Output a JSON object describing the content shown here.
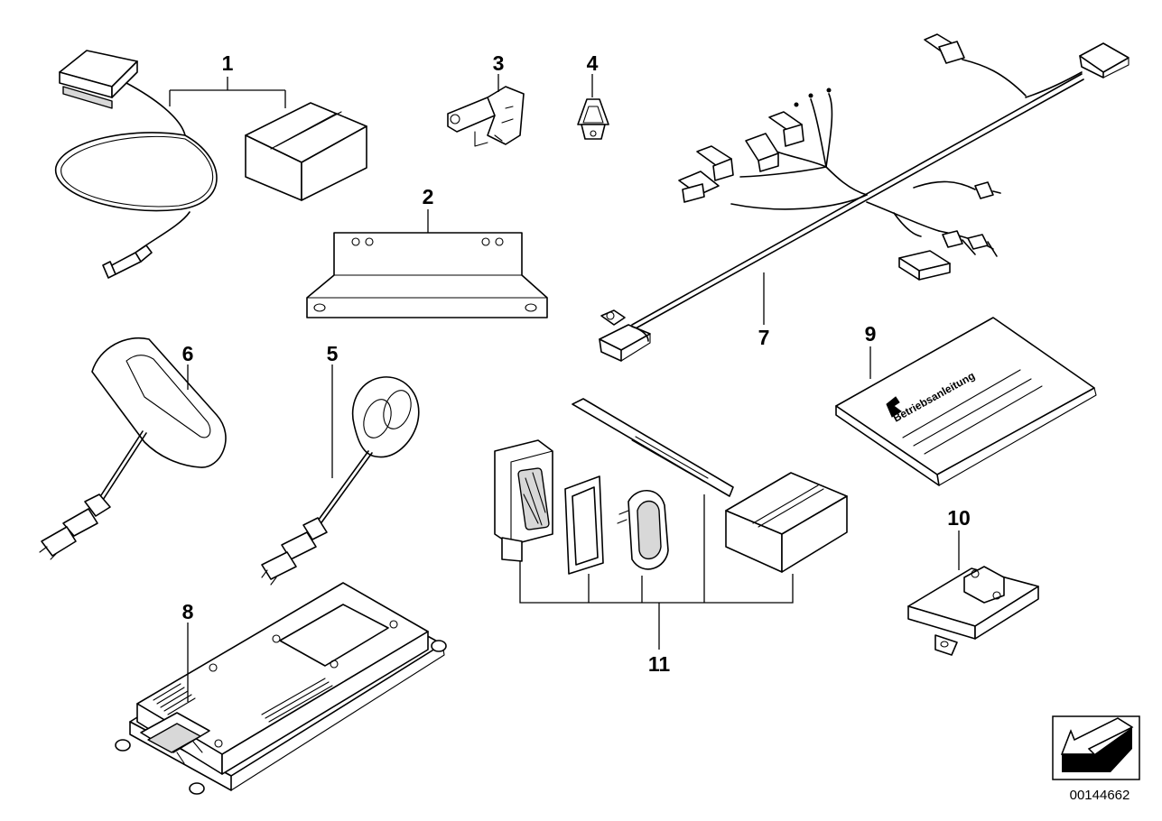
{
  "diagram": {
    "callouts": [
      "1",
      "2",
      "3",
      "4",
      "5",
      "6",
      "7",
      "8",
      "9",
      "10",
      "11"
    ],
    "manual_cover_text": "Betriebsanleitung",
    "document_number": "00144662",
    "navigation_icon": "arrow-back-icon"
  }
}
